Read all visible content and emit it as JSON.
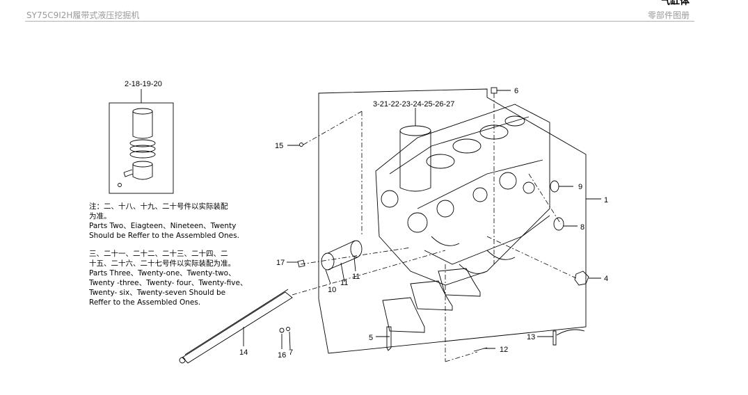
{
  "header": {
    "model_title": "SY75C9I2H履带式液压挖掘机",
    "section_title": "气缸体",
    "catalog_label": "零部件图册"
  },
  "notes": {
    "note1": [
      "注：二、十八、十九、二十号件以实际装配",
      "为准。",
      "Parts  Two、Eiagteen、Nineteen、Twenty",
      "Should  be Reffer to the Assembled Ones."
    ],
    "note2": [
      "三、二十一、二十二、二十三、二十四、二",
      "十五、二十六、二十七号件以实际装配为准。",
      "Parts Three、Twenty-one、Twenty-two、",
      "Twenty -three、Twenty- four、Twenty-five、",
      "Twenty- six、Twenty-seven Should  be",
      "Reffer to the Assembled Ones."
    ]
  },
  "callouts": {
    "group_piston": "2-18-19-20",
    "group_liner": "3-21-22-23-24-25-26-27",
    "c1": "1",
    "c4": "4",
    "c5": "5",
    "c6": "6",
    "c7": "7",
    "c8": "8",
    "c9": "9",
    "c10": "10",
    "c11a": "11",
    "c11b": "11",
    "c12": "12",
    "c13": "13",
    "c14": "14",
    "c15": "15",
    "c16": "16",
    "c17": "17"
  }
}
